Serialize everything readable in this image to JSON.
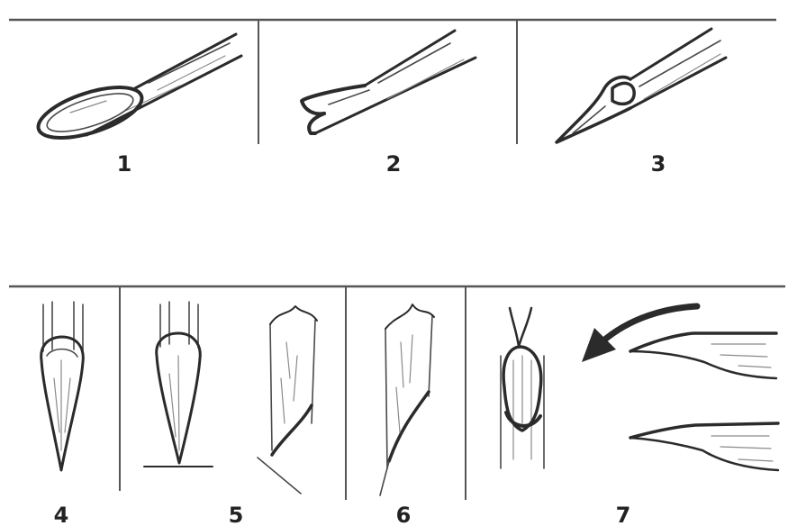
{
  "figure": {
    "panels": [
      {
        "id": "1",
        "label": "1"
      },
      {
        "id": "2",
        "label": "2"
      },
      {
        "id": "3",
        "label": "3"
      },
      {
        "id": "4",
        "label": "4"
      },
      {
        "id": "5",
        "label": "5"
      },
      {
        "id": "6",
        "label": "6"
      },
      {
        "id": "7",
        "label": "7"
      }
    ],
    "colors": {
      "ink": "#2b2b2b",
      "rule": "#555555",
      "background": "#ffffff"
    }
  }
}
